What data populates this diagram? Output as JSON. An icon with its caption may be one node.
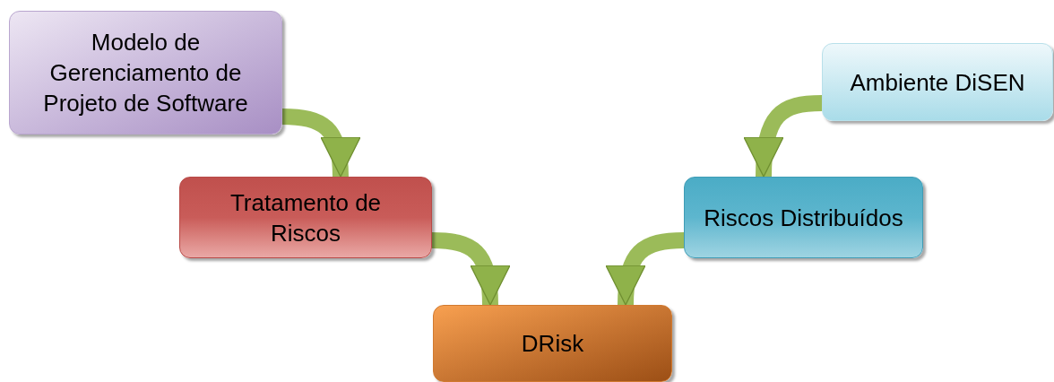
{
  "diagram": {
    "nodes": [
      {
        "text": [
          "Modelo de Gerenciamento de Projeto de Software"
        ]
      },
      {
        "text": [
          "Ambiente DiSEN"
        ]
      },
      {
        "text": [
          "Tratamento de Riscos"
        ]
      },
      {
        "text": [
          "Riscos Distribuídos"
        ]
      },
      {
        "text": [
          "DRisk"
        ]
      }
    ],
    "edges": [
      {
        "from": 0,
        "to": 2,
        "arrow": "to"
      },
      {
        "from": 1,
        "to": 3,
        "arrow": "to"
      },
      {
        "from": 2,
        "to": 4,
        "arrow": "to"
      },
      {
        "from": 3,
        "to": 4,
        "arrow": "to"
      }
    ]
  }
}
